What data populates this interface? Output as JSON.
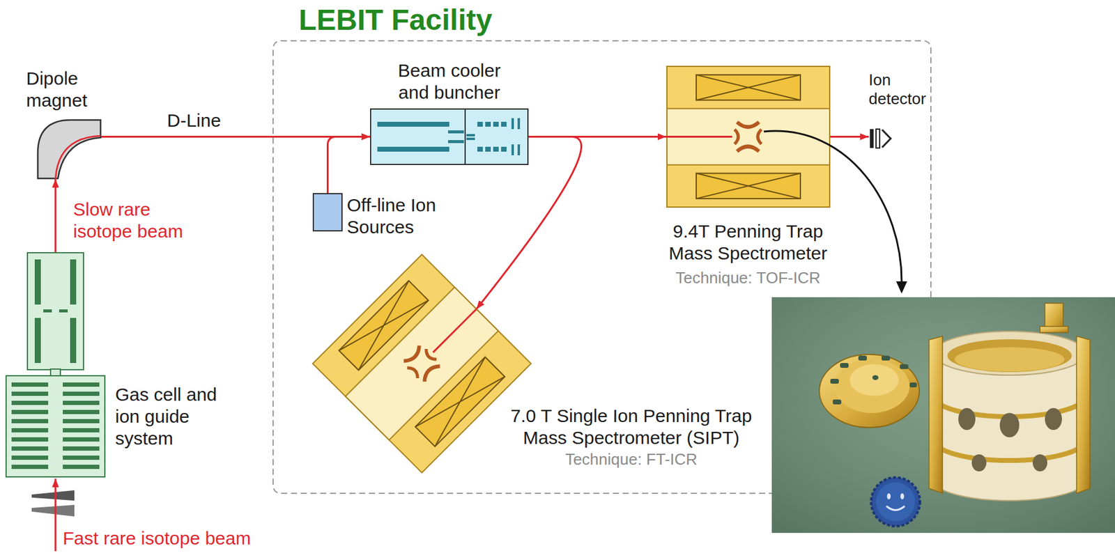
{
  "diagram": {
    "nodes": [
      {
        "text": [
          "Dipole magnet"
        ]
      },
      {
        "text": [
          "LEBIT Facility"
        ]
      },
      {
        "text": [
          "Beam cooler and buncher"
        ],
        "in": 1
      },
      {
        "text": [
          "Off-line Ion Sources"
        ],
        "in": 1
      },
      {
        "text": [
          "9.4T Penning Trap Mass Spectrometer",
          "Technique: TOF-ICR"
        ],
        "in": 1
      },
      {
        "text": [
          "Ion detector"
        ],
        "in": 1
      },
      {
        "text": [
          "7.0 T Single Ion Penning Trap Mass Spectrometer (SIPT)",
          "Technique: FT-ICR"
        ],
        "in": 1
      },
      {
        "text": [
          "Gas cell and ion guide system"
        ]
      }
    ],
    "edges": [
      {
        "from": 7,
        "to": 0,
        "label": "Slow rare isotope beam",
        "arrow": "to"
      },
      {
        "from": 0,
        "to": 2,
        "label": "D-Line",
        "arrow": "to"
      },
      {
        "from": 3,
        "to": 2,
        "arrow": "to"
      },
      {
        "from": 2,
        "to": 4,
        "arrow": "to"
      },
      {
        "from": 4,
        "to": 5,
        "arrow": "to"
      },
      {
        "from": 2,
        "to": 6,
        "arrow": "to"
      }
    ],
    "labels": [
      "Fast rare isotope beam"
    ]
  }
}
